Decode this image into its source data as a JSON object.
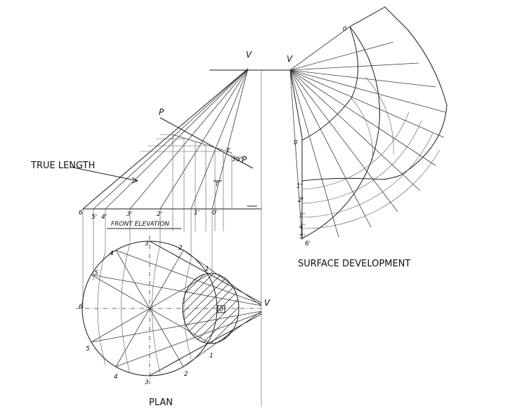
{
  "headings": {
    "true_length": "TRUE LENGTH",
    "front_elevation": "FRONT ELEVATION",
    "surface_development": "SURFACE DEVELOPMENT",
    "plan": "PLAN"
  },
  "labels": {
    "apex_elevation": "V",
    "apex_development": "V",
    "apex_plan": "V",
    "section_plane": "P",
    "section_plane_2": "P",
    "angle": "30°",
    "top_point": "T",
    "top_point_2": "T",
    "elev_6": "6",
    "elev_5": "5'",
    "elev_4": "4'",
    "elev_3": "3'",
    "elev_2": "2'",
    "elev_1": "1'",
    "elev_0": "0'",
    "plan_1": "1",
    "plan_2": "2",
    "plan_3": "3",
    "plan_3b": "3",
    "plan_4": "4",
    "plan_4b": "4",
    "plan_5": "5",
    "plan_5b": "5",
    "plan_6": "6",
    "plan_0": "0",
    "dev_0": "0",
    "dev_0b": "0",
    "dev_1": "1'",
    "dev_2": "2'",
    "dev_3": "3'",
    "dev_4": "4'",
    "dev_5": "5'",
    "dev_6": "6'"
  }
}
